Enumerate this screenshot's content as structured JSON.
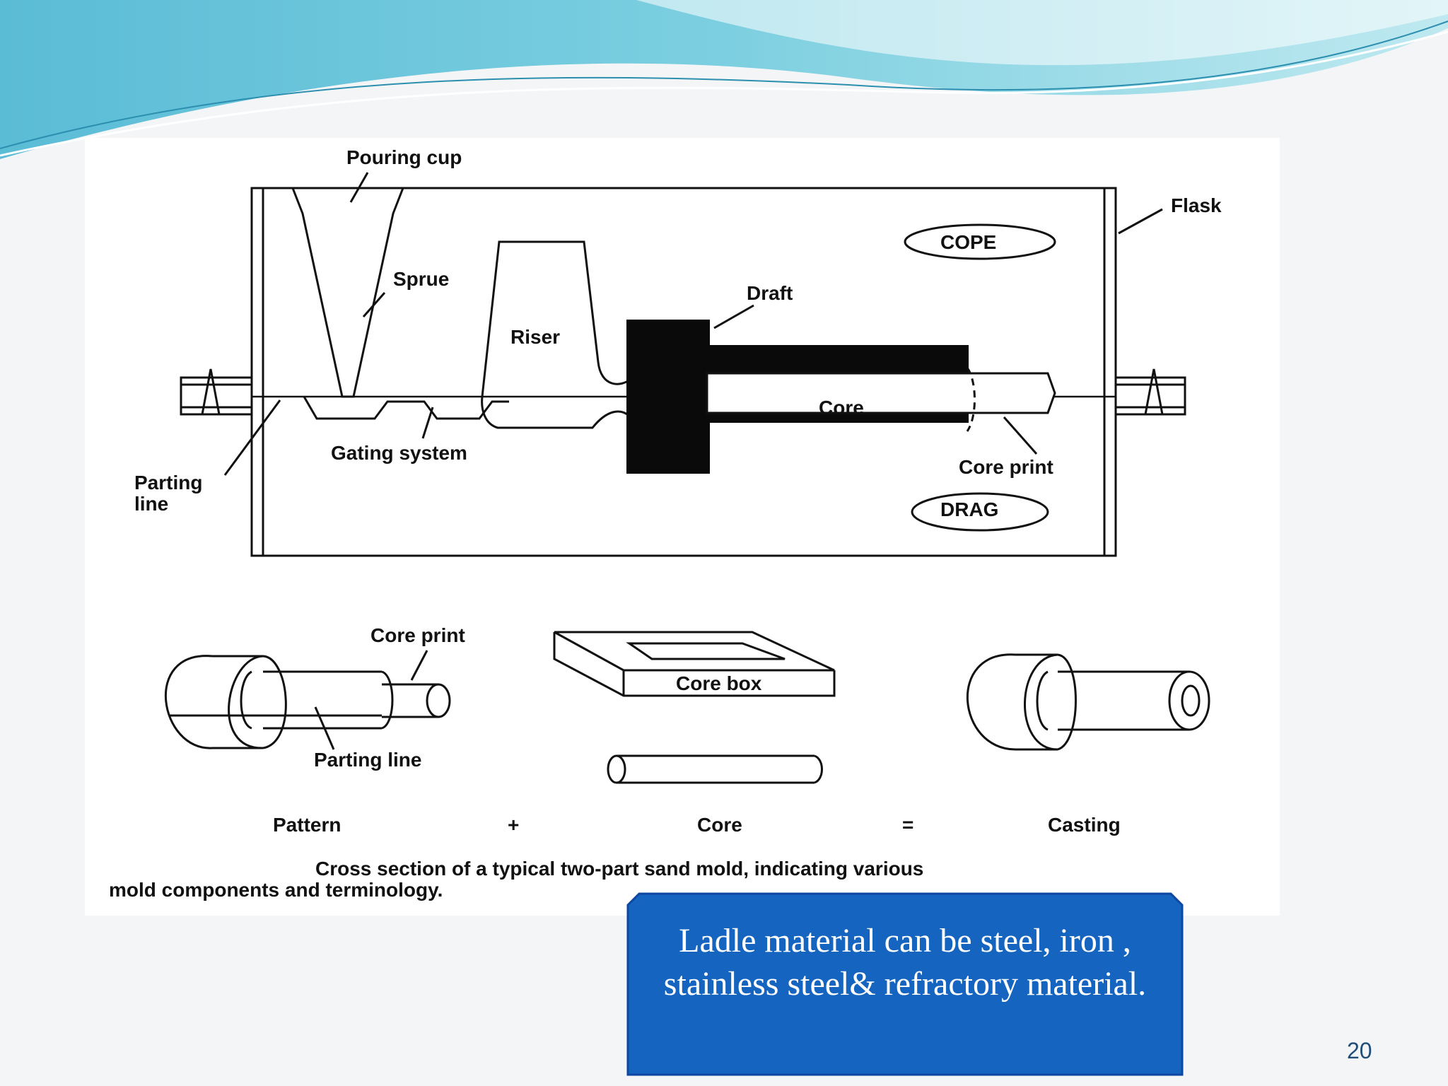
{
  "mold_labels": {
    "pouring_cup": "Pouring cup",
    "sprue": "Sprue",
    "riser": "Riser",
    "draft": "Draft",
    "flask": "Flask",
    "cope": "COPE",
    "core": "Core",
    "core_print": "Core print",
    "gating_system": "Gating system",
    "parting_line_1": "Parting",
    "parting_line_2": "line",
    "drag": "DRAG"
  },
  "components": {
    "pattern_core_print": "Core print",
    "core_box": "Core box",
    "pattern_parting_line": "Parting line",
    "pattern": "Pattern",
    "plus": "+",
    "core": "Core",
    "equals": "=",
    "casting": "Casting"
  },
  "caption": {
    "line1": "Cross section of a typical two-part sand mold, indicating various",
    "line2": "mold components and terminology."
  },
  "callout": {
    "text": "Ladle material can be steel, iron , stainless steel& refractory material."
  },
  "page_number": "20",
  "colors": {
    "callout_fill": "#1565c0",
    "wave_light": "#a8e0ea",
    "wave_dark": "#5bbcd6",
    "page_number": "#1f4e79"
  }
}
